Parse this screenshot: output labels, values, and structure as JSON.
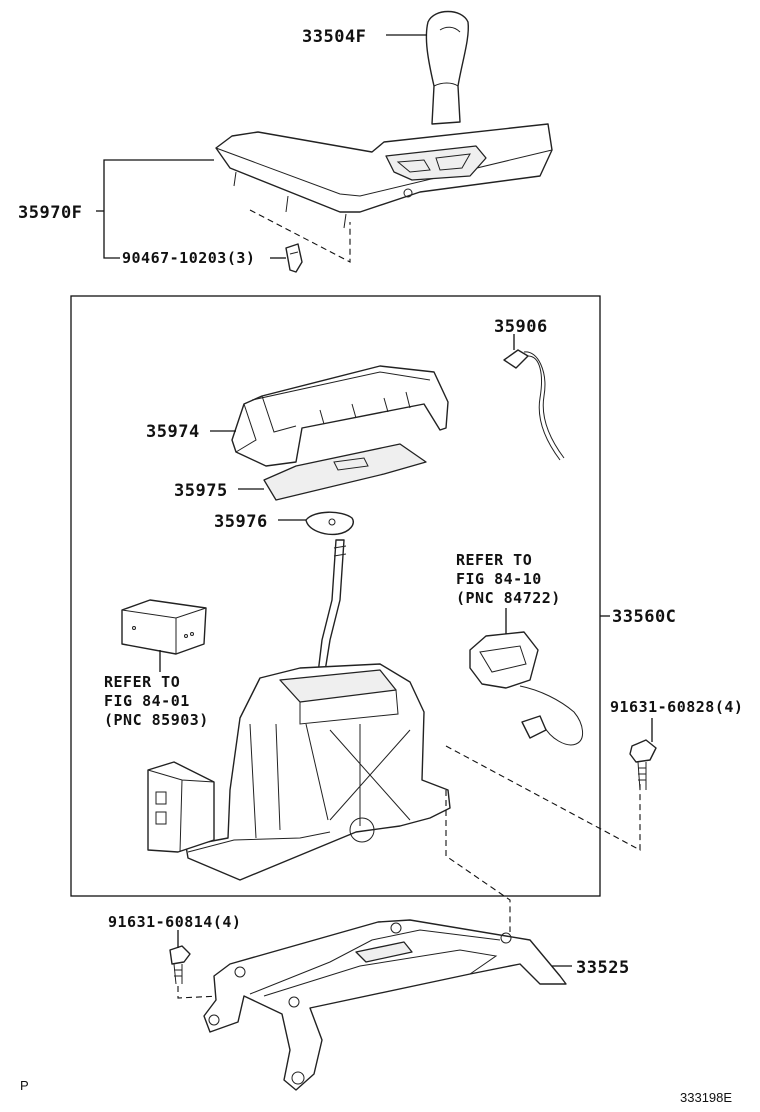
{
  "parts": {
    "knob": "33504F",
    "console_cover": "35970F",
    "clip": "90467-10203(3)",
    "wire": "35906",
    "housing_top": "35974",
    "slide_plate": "35975",
    "small_plate": "35976",
    "shift_assembly": "33560C",
    "bolt_right": "91631-60828(4)",
    "bolt_left": "91631-60814(4)",
    "bracket": "33525"
  },
  "references": {
    "right": [
      "REFER TO",
      "FIG 84-10",
      "(PNC 84722)"
    ],
    "left": [
      "REFER TO",
      "FIG 84-01",
      "(PNC 85903)"
    ]
  },
  "footer": {
    "corner_mark": "P",
    "illustration_number": "333198E"
  }
}
